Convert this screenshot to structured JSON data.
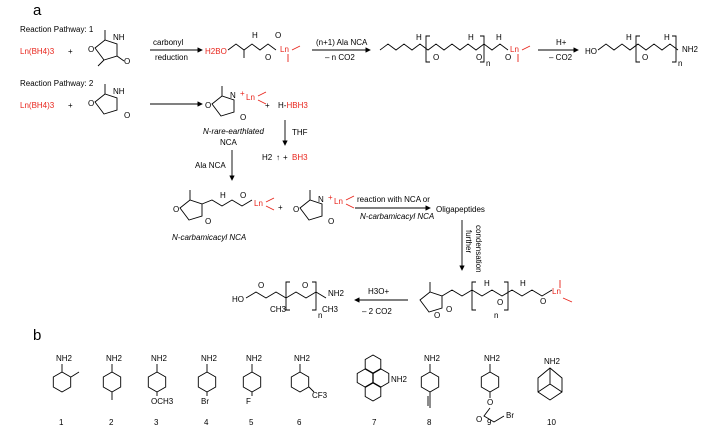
{
  "panel_a": {
    "letter": "a",
    "pathway1": {
      "title": "Reaction Pathway: 1",
      "reagent": "Ln(BH4)3",
      "plus": "+",
      "arrow1_top": "carbonyl",
      "arrow1_bottom": "reduction",
      "h2bo": "H2BO",
      "ln": "Ln",
      "nh": "H",
      "n_label": "n",
      "arrow2_top": "(n+1) Ala NCA",
      "arrow2_bottom": "– n CO2",
      "arrow3_top": "H+",
      "arrow3_bottom": "– CO2",
      "ho": "HO",
      "nh2": "NH2"
    },
    "pathway2": {
      "title": "Reaction Pathway: 2",
      "reagent": "Ln(BH4)3",
      "plus": "+",
      "intermediate_label_1": "N-rare-earthlated",
      "intermediate_label_2": "NCA",
      "hbh3": "H-HBH3",
      "thf": "THF",
      "h2": "H2",
      "bh3": "BH3",
      "ala_nca": "Ala NCA",
      "carbamicacyl_label": "N-carbamicacyl NCA",
      "reaction_top": "reaction with NCA or",
      "reaction_bottom": "N-carbamicacyl NCA",
      "oligopeptides": "Oligapeptides",
      "further": "further",
      "condensation": "condensation",
      "h3o": "H3O+",
      "minus_co2": "– 2 CO2",
      "ho": "HO",
      "ch3": "CH3",
      "nh2": "NH2",
      "n_label": "n",
      "ln": "Ln"
    }
  },
  "panel_b": {
    "letter": "b",
    "compounds": [
      {
        "number": "1",
        "label": "NH2"
      },
      {
        "number": "2",
        "label": "NH2"
      },
      {
        "number": "3",
        "label": "NH2",
        "sub": "OCH3"
      },
      {
        "number": "4",
        "label": "NH2",
        "sub": "Br"
      },
      {
        "number": "5",
        "label": "NH2",
        "sub": "F"
      },
      {
        "number": "6",
        "label": "NH2",
        "sub": "CF3"
      },
      {
        "number": "7",
        "label": "NH2"
      },
      {
        "number": "8",
        "label": "NH2"
      },
      {
        "number": "9",
        "label": "NH2",
        "sub": "Br"
      },
      {
        "number": "10",
        "label": "NH2"
      }
    ]
  },
  "colors": {
    "accent": "#e8251c",
    "text": "#000000"
  }
}
